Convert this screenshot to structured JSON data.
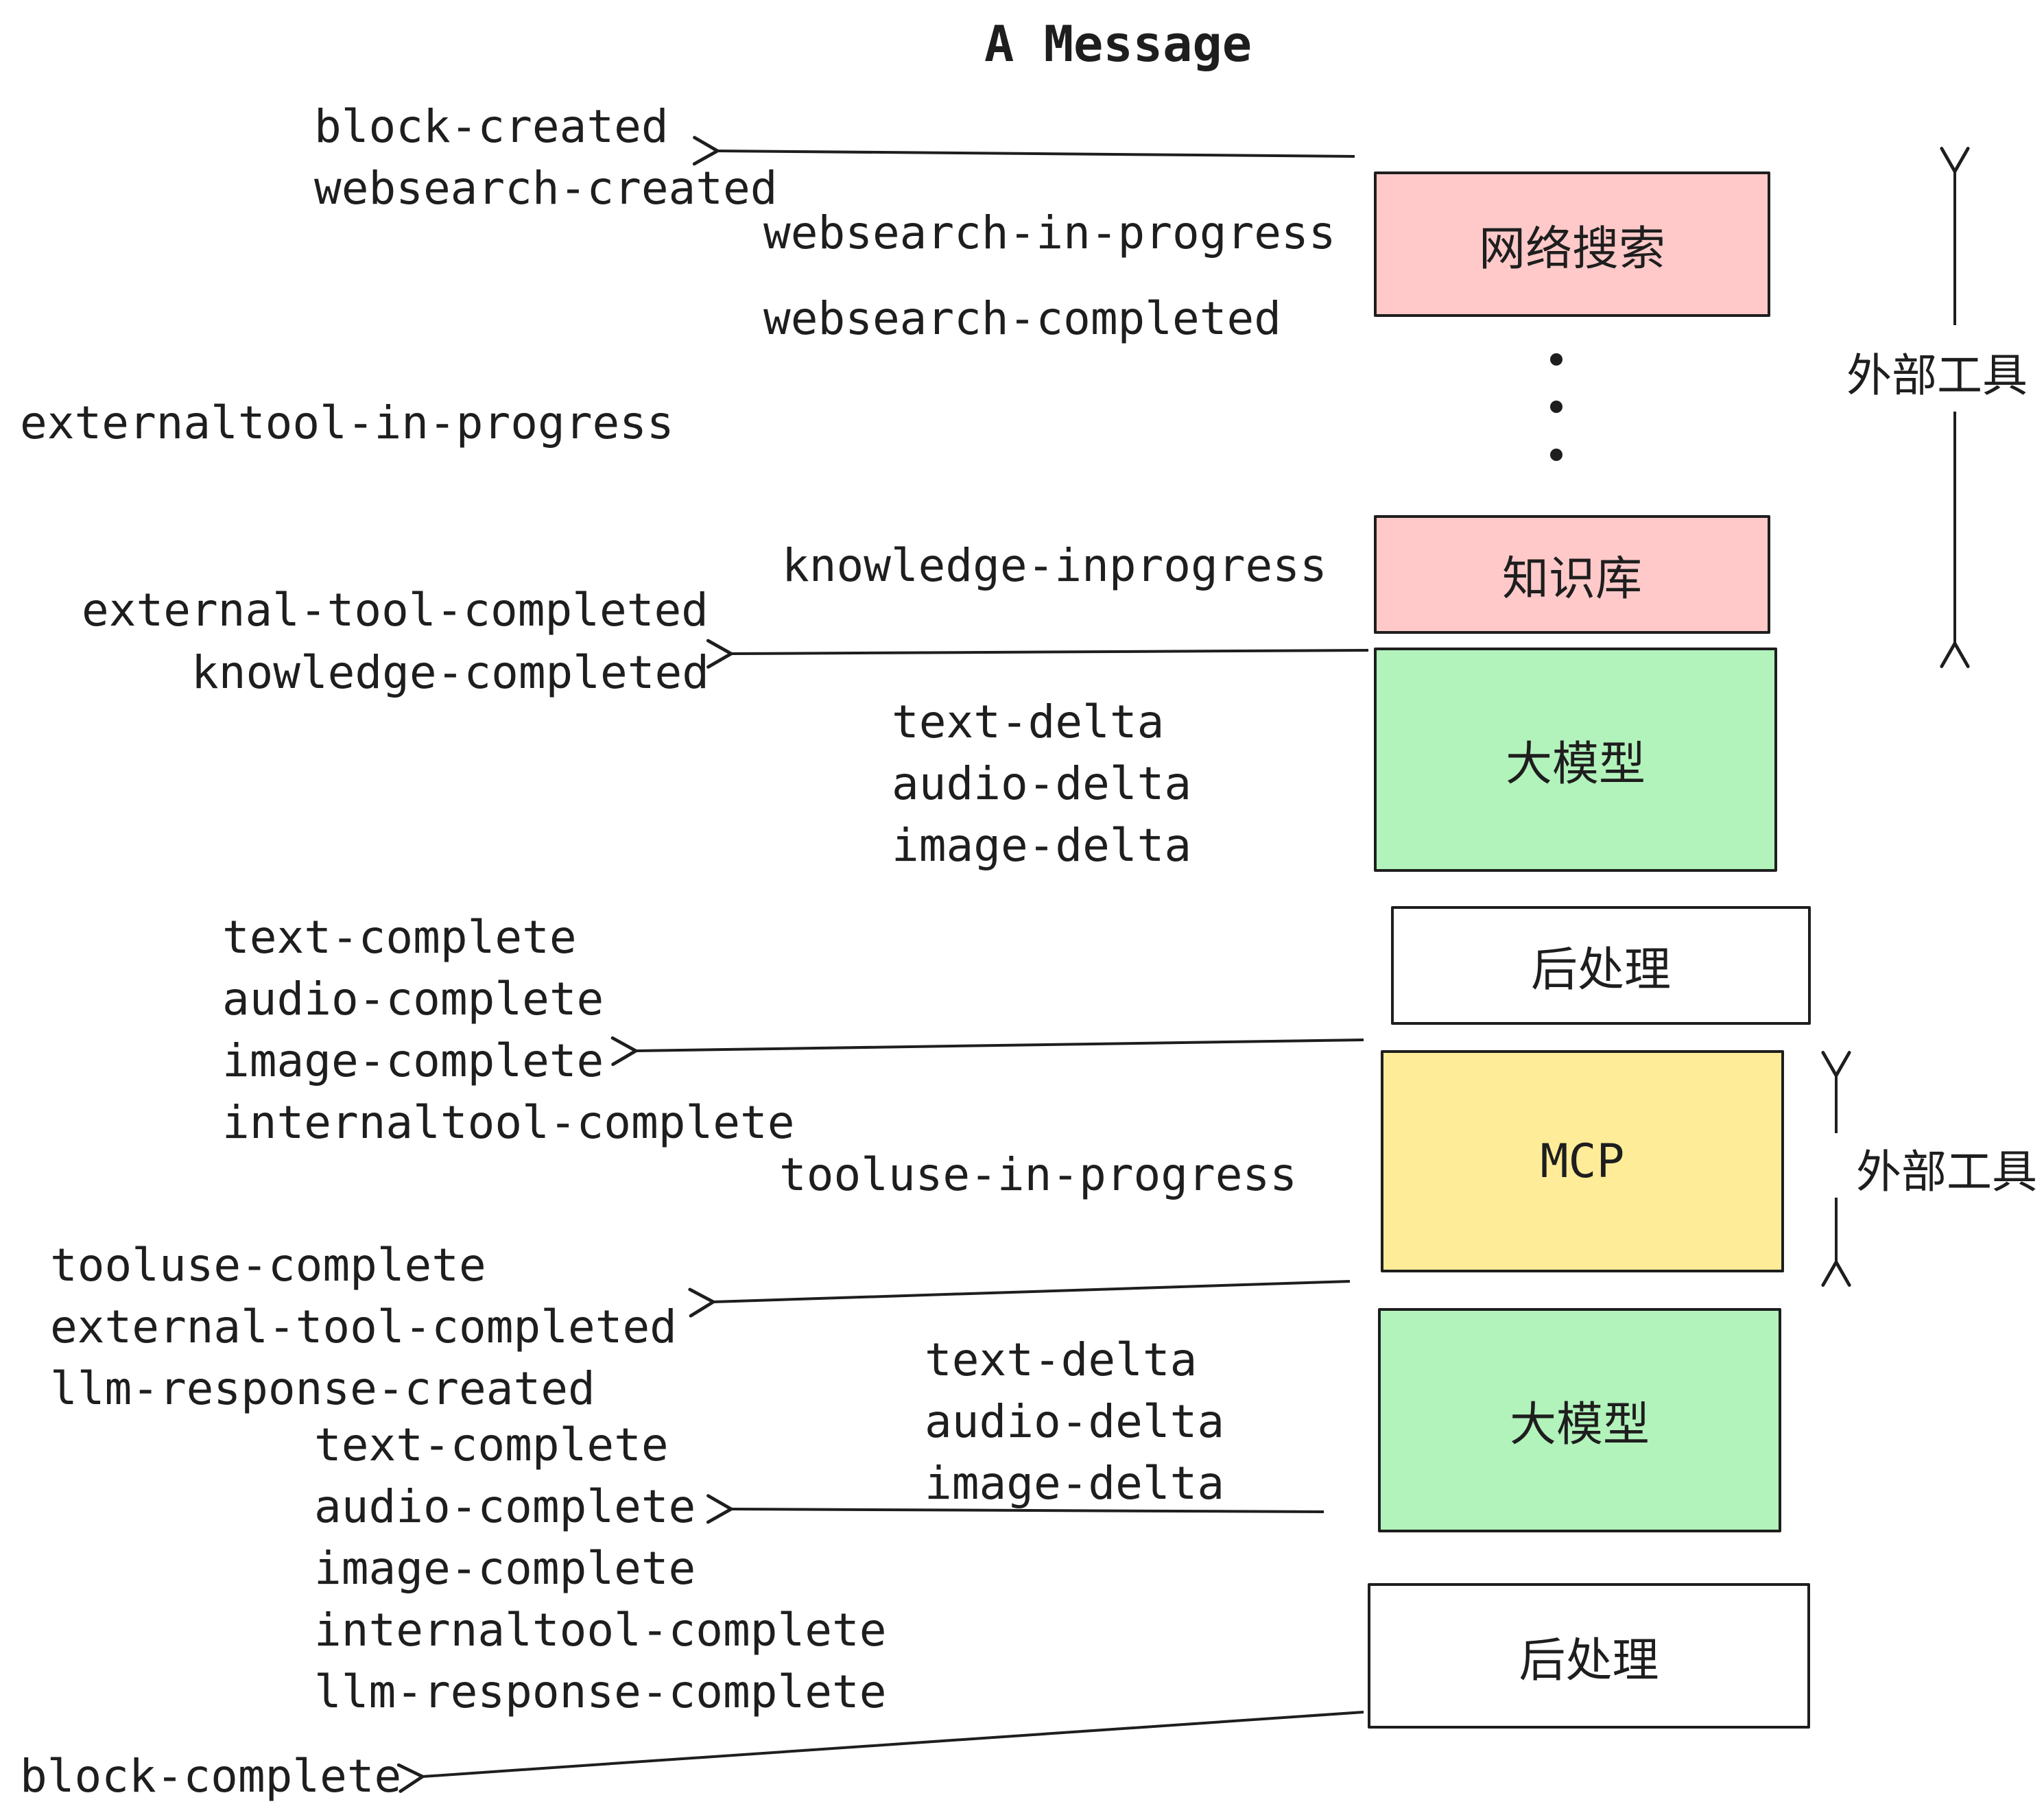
{
  "title": "A Message",
  "events": {
    "block_created": "block-created",
    "websearch_created": "websearch-created",
    "websearch_in_progress": "websearch-in-progress",
    "websearch_completed": "websearch-completed",
    "externaltool_in_progress": "externaltool-in-progress",
    "knowledge_inprogress": "knowledge-inprogress",
    "external_tool_completed_1": "external-tool-completed",
    "knowledge_completed": "knowledge-completed",
    "delta_1": [
      "text-delta",
      "audio-delta",
      "image-delta"
    ],
    "complete_1": [
      "text-complete",
      "audio-complete",
      "image-complete",
      "internaltool-complete"
    ],
    "tooluse_in_progress": "tooluse-in-progress",
    "tooluse_group": [
      "tooluse-complete",
      "external-tool-completed",
      "llm-response-created"
    ],
    "delta_2": [
      "text-delta",
      "audio-delta",
      "image-delta"
    ],
    "complete_2": [
      "text-complete",
      "audio-complete",
      "image-complete",
      "internaltool-complete",
      "llm-response-complete"
    ],
    "block_complete": "block-complete"
  },
  "boxes": [
    {
      "id": "websearch",
      "label": "网络搜索",
      "color": "#ffc9c9"
    },
    {
      "id": "knowledge",
      "label": "知识库",
      "color": "#ffc9c9"
    },
    {
      "id": "llm_1",
      "label": "大模型",
      "color": "#b2f2bb"
    },
    {
      "id": "postprocess_1",
      "label": "后处理",
      "color": "#ffffff"
    },
    {
      "id": "mcp",
      "label": "MCP",
      "color": "#ffec99"
    },
    {
      "id": "llm_2",
      "label": "大模型",
      "color": "#b2f2bb"
    },
    {
      "id": "postprocess_2",
      "label": "后处理",
      "color": "#ffffff"
    }
  ],
  "annotations": {
    "external_tools_top": "外部工具",
    "external_tools_bottom": "外部工具"
  },
  "colors": {
    "stroke": "#1e1e1e",
    "background": "#ffffff"
  }
}
